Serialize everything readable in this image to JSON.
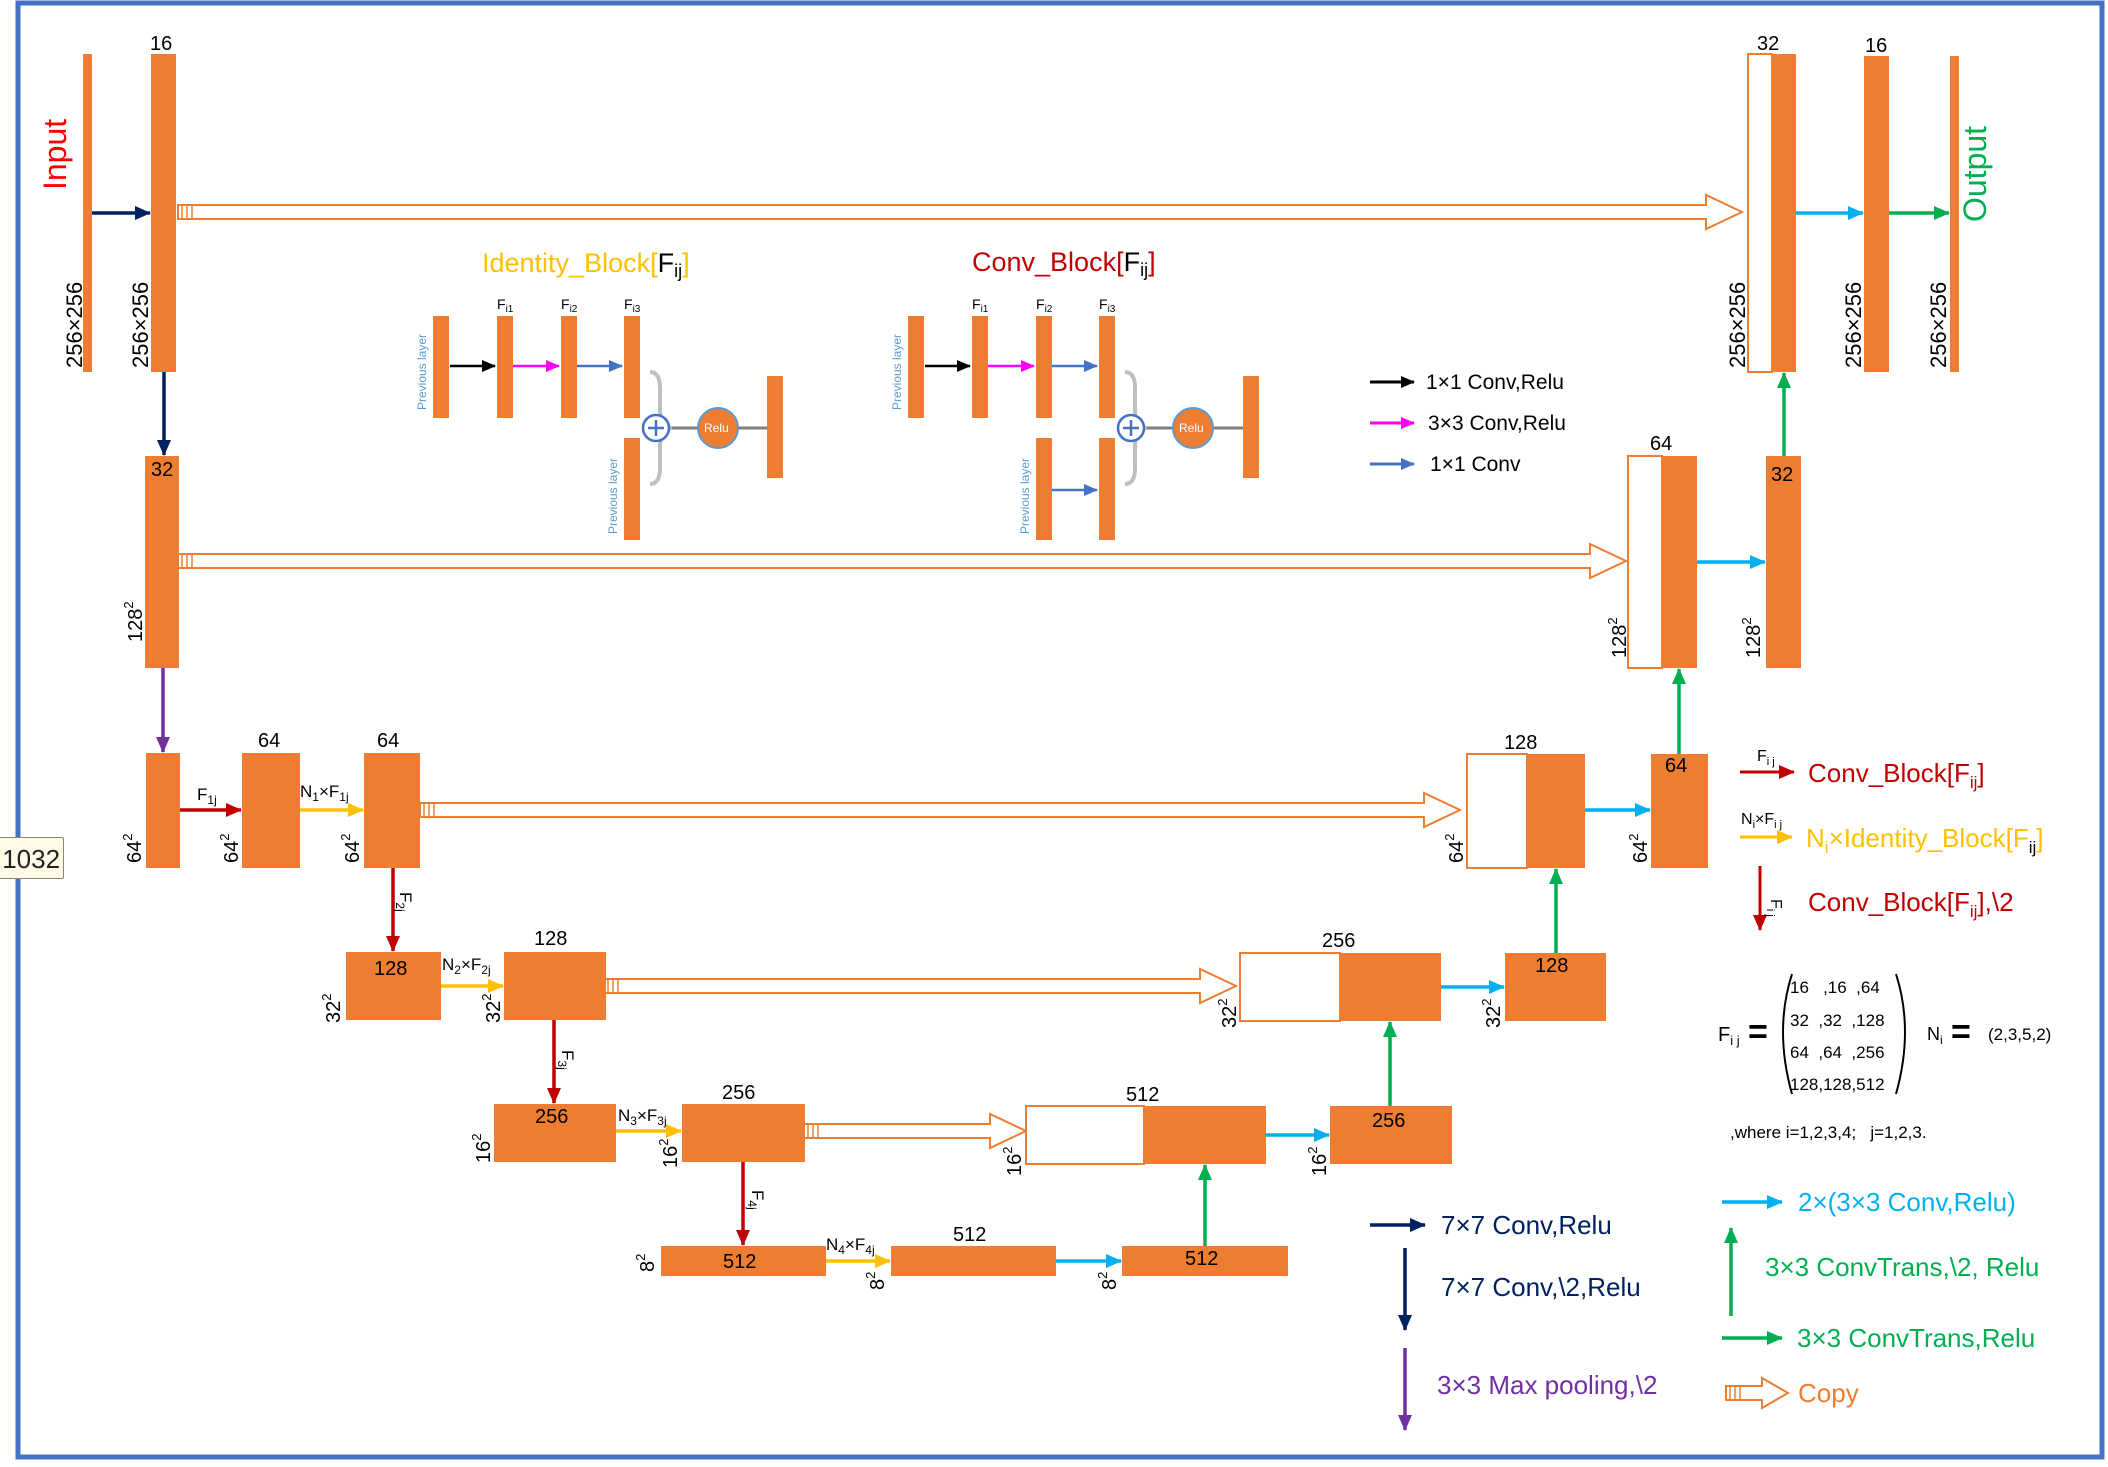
{
  "io": {
    "input_label": "Input",
    "output_label": "Output"
  },
  "sizes": {
    "s256": "256×256",
    "s128": "128",
    "s64": "64",
    "s32": "32",
    "s16": "16",
    "s8": "8",
    "sq": "2"
  },
  "channels": {
    "c16": "16",
    "c32": "32",
    "c64": "64",
    "c128": "128",
    "c256": "256",
    "c512": "512"
  },
  "inset": {
    "identity_title_a": "Identity_Block",
    "identity_title_b": "[",
    "identity_title_c": "F",
    "identity_title_d": "ij",
    "identity_title_e": "]",
    "conv_title_a": "Conv_Block",
    "conv_title_b": "[",
    "conv_title_c": "F",
    "conv_title_d": "ij",
    "conv_title_e": "]",
    "previous_layer": "Previous layer",
    "fi1": "F",
    "fi1_sub": "i1",
    "fi2": "F",
    "fi2_sub": "i2",
    "fi3": "F",
    "fi3_sub": "i3",
    "relu": "Relu"
  },
  "flow_labels": {
    "f": "F",
    "n": "N",
    "x": "×",
    "sub1j": "1j",
    "sub2j": "2j",
    "sub3j": "3j",
    "sub4j": "4j",
    "n1": "1",
    "n2": "2",
    "n3": "3",
    "n4": "4"
  },
  "legend_top": {
    "conv1x1_relu": "1×1 Conv,Relu",
    "conv3x3_relu": "3×3 Conv,Relu",
    "conv1x1": "1×1 Conv"
  },
  "legend_right": {
    "fij_label": "F",
    "fij_sub": "i j",
    "conv_block": "Conv_Block[F",
    "conv_block_sub": "ij",
    "conv_block_end": "]",
    "ni_fij_label": "N",
    "ni_sub": "i",
    "ni_x": "×F",
    "ni_fij_sub": "i j",
    "ni_identity": "N",
    "ni_identity_sub": "i",
    "ni_identity_mid": "×Identity_Block[F",
    "ni_identity_sub2": "ij",
    "ni_identity_end": "]",
    "conv_block_half": "Conv_Block[F",
    "conv_block_half_sub": "ij",
    "conv_block_half_end": "],\\2",
    "fi_label": "F",
    "fi_sub": "i j"
  },
  "matrix": {
    "lhs": "F",
    "lhs_sub": "i j",
    "eq": "=",
    "rows": [
      "16   ,16  ,64",
      "32  ,32  ,128",
      "64  ,64  ,256",
      "128,128,512"
    ],
    "ni_lhs": "N",
    "ni_lhs_sub": "i",
    "ni_value": "(2,3,5,2)",
    "where": ",where i=1,2,3,4;   j=1,2,3."
  },
  "legend_bottom": {
    "conv7_relu": "7×7 Conv,Relu",
    "conv7_half_relu": "7×7 Conv,\\2,Relu",
    "maxpool": "3×3 Max pooling,\\2",
    "conv3_twice": "2×(3×3 Conv,Relu)",
    "convtrans_half": "3×3 ConvTrans,\\2, Relu",
    "convtrans": "3×3 ConvTrans,Relu",
    "copy": "Copy"
  },
  "tooltip": ".1032",
  "colors": {
    "block": "#ED7D31",
    "frame": "#4472C4",
    "navy": "#002060",
    "purple": "#7030A0",
    "red": "#C00000",
    "yellow": "#FFC000",
    "cyan": "#00B0F0",
    "green": "#00B050",
    "magenta": "#FF00FF",
    "blue": "#4472C4",
    "light_blue": "#5B9BD5",
    "identity_title": "#FFC000",
    "conv_title": "#C00000"
  }
}
